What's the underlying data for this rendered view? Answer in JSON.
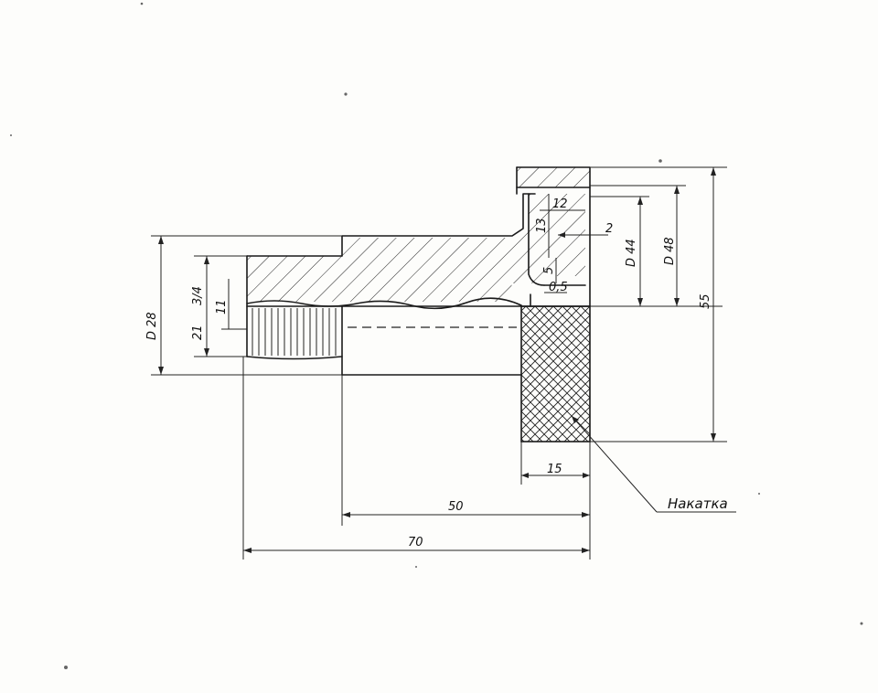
{
  "drawing": {
    "dimensions": {
      "dia_28": "D 28",
      "thread_3_4": "3/4",
      "d_21": "21",
      "d_11": "11",
      "len_12": "12",
      "len_13": "13",
      "len_2": "2",
      "dia_44": "D 44",
      "dia_48": "D 48",
      "len_5": "5",
      "len_0_5": "0,5",
      "len_55": "55",
      "len_15": "15",
      "len_50": "50",
      "len_70": "70"
    },
    "callout": {
      "label": "Накатка"
    }
  }
}
